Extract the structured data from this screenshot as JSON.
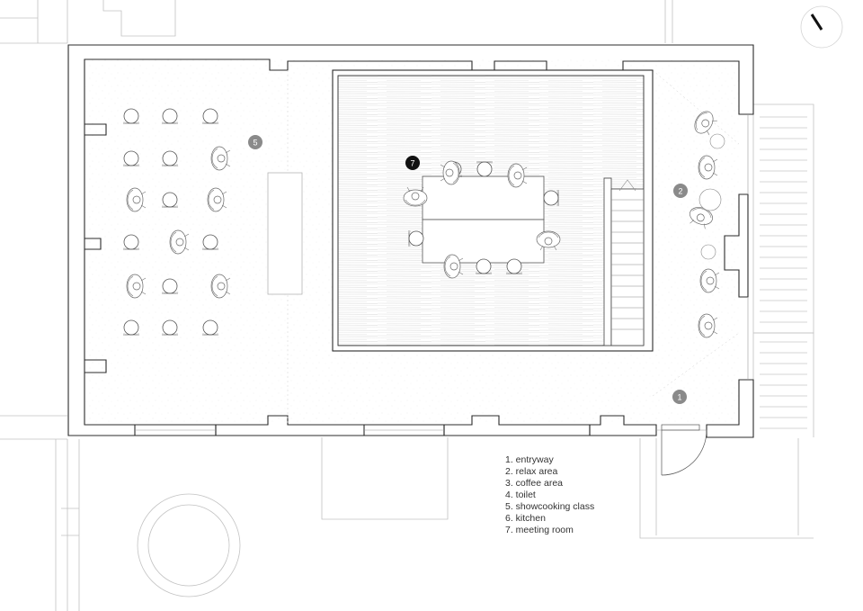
{
  "markers": [
    {
      "id": "entryway",
      "label": "1",
      "dark": false
    },
    {
      "id": "relax-area",
      "label": "2",
      "dark": false
    },
    {
      "id": "showcooking-class",
      "label": "5",
      "dark": false
    },
    {
      "id": "meeting-room",
      "label": "7",
      "dark": true
    }
  ],
  "legend": {
    "items": [
      "1. entryway",
      "2. relax area",
      "3. coffee area",
      "4. toilet",
      "5. showcooking class",
      "6. kitchen",
      "7. meeting room"
    ]
  },
  "colors": {
    "wall": "#2b2b2b",
    "marker": "#8a8a8a",
    "marker_dark": "#111111",
    "thin_line": "#b5b5b5",
    "floor_grain": "#d9d9d9"
  }
}
